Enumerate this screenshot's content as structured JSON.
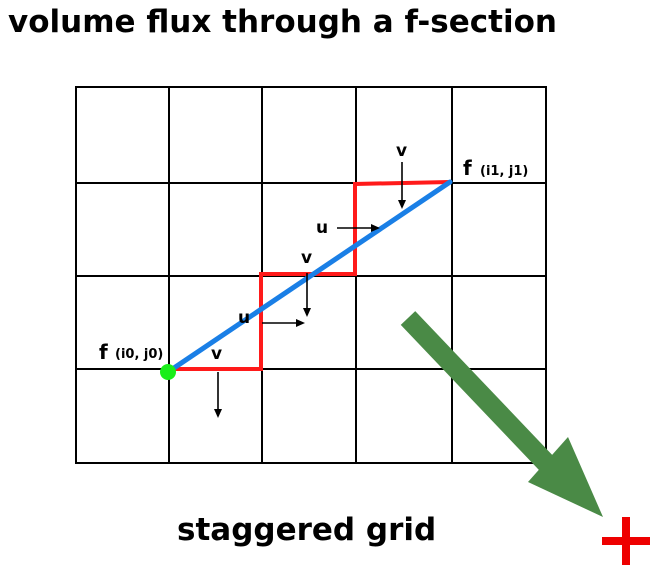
{
  "title": "volume flux through a f-section",
  "caption": "staggered grid",
  "points": {
    "start": {
      "symbol": "f",
      "index": "(i0, j0)"
    },
    "end": {
      "symbol": "f",
      "index": "(i1, j1)"
    }
  },
  "flux_labels": {
    "v1": "v",
    "u1": "u",
    "v2": "v",
    "u2": "u",
    "v3": "v"
  },
  "plus_marker": "+",
  "colors": {
    "grid": "#000000",
    "section_line": "#1a7fe6",
    "stair_path": "#ff1a1a",
    "start_point": "#1aee1a",
    "big_arrow": "#4a8a46",
    "plus": "#ee0000"
  }
}
